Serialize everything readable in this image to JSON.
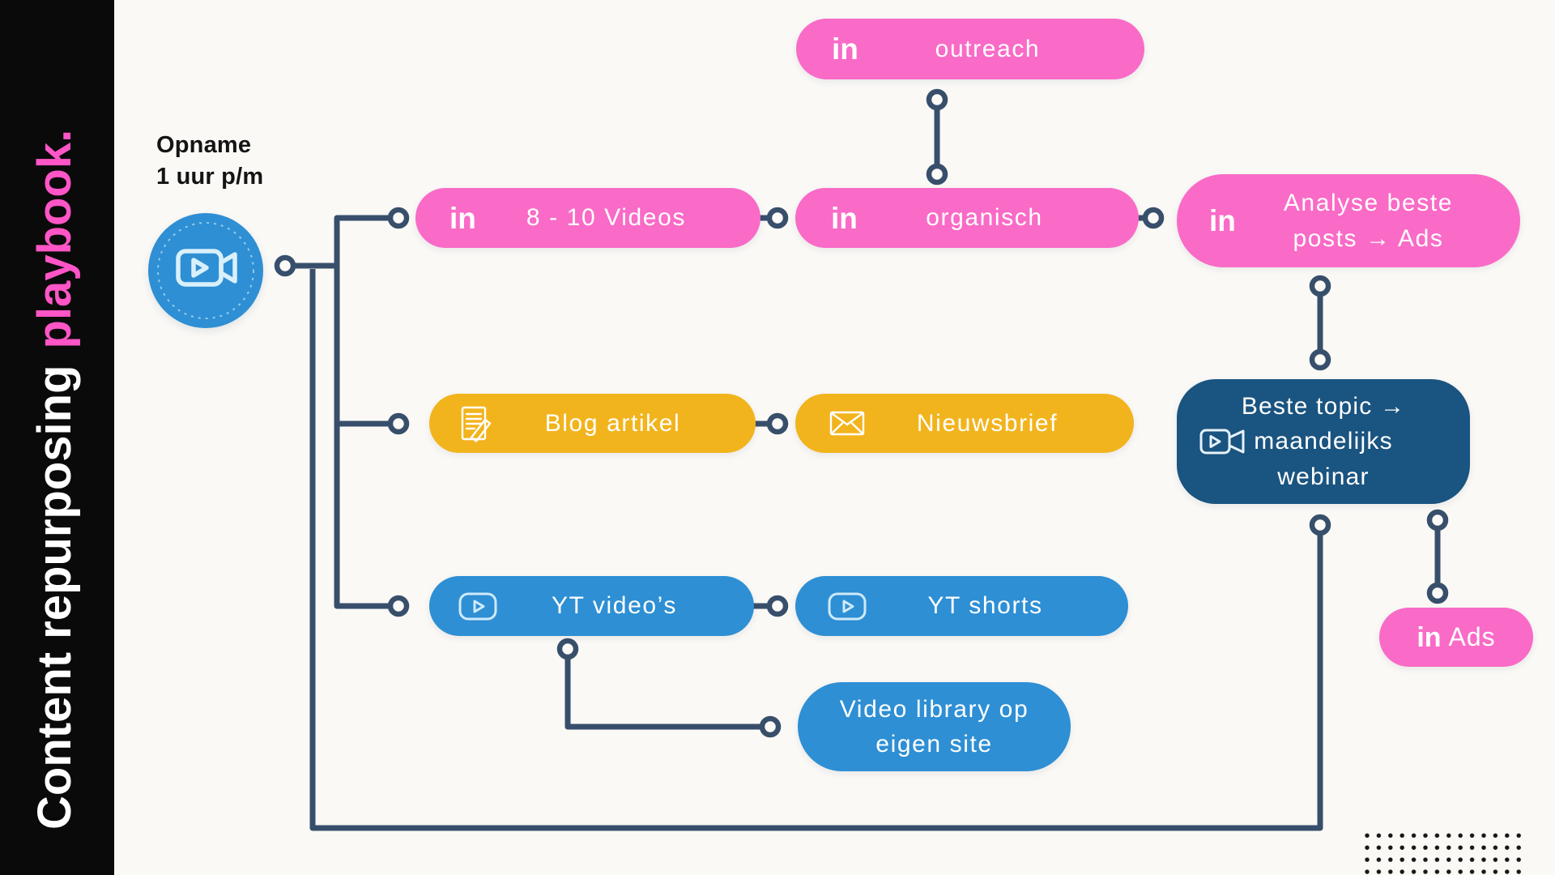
{
  "title": "Content repurposing playbook diagram",
  "colors": {
    "background": "#faf9f6",
    "sidebar_black": "#0a0a0a",
    "pink": "#f96bc7",
    "sidebar_pink": "#ff55c6",
    "yellow": "#f2b41d",
    "blue": "#2e8fd4",
    "navy": "#1a5480",
    "connector": "#384f6b"
  },
  "sidebar": {
    "title_white": "Content repurposing",
    "title_pink": "playbook."
  },
  "source": {
    "label_line1": "Opname",
    "label_line2": "1 uur p/m"
  },
  "icons": {
    "linkedin": "in"
  },
  "nodes": {
    "outreach": {
      "label": "outreach"
    },
    "videos": {
      "label": "8 - 10 Videos"
    },
    "organisch": {
      "label": "organisch"
    },
    "analyse": {
      "line1": "Analyse beste",
      "line2": "posts → Ads"
    },
    "blog": {
      "label": "Blog artikel"
    },
    "nieuwsbrief": {
      "label": "Nieuwsbrief"
    },
    "yt_videos": {
      "label": "YT video’s"
    },
    "yt_shorts": {
      "label": "YT shorts"
    },
    "video_library": {
      "line1": "Video library op",
      "line2": "eigen site"
    },
    "webinar": {
      "line1": "Beste topic →",
      "line2": "maandelijks",
      "line3": "webinar"
    },
    "ads": {
      "label": "Ads"
    }
  },
  "decor": {
    "dot_grid_columns": 14,
    "dot_grid_rows": 4
  }
}
